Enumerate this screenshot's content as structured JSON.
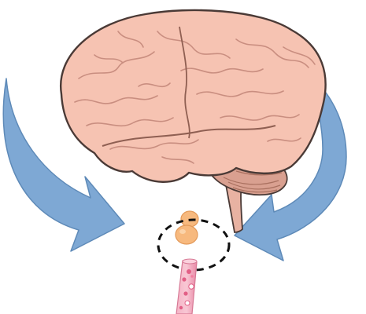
{
  "diagram": {
    "elements": [
      {
        "name": "brain-illustration",
        "kind": "cerebrum-with-cerebellum-and-brainstem"
      },
      {
        "name": "left-curved-arrow",
        "kind": "arrow",
        "direction": "downward-right"
      },
      {
        "name": "right-curved-arrow",
        "kind": "arrow",
        "direction": "downward-left"
      },
      {
        "name": "orange-glands",
        "kind": "paired-ovals"
      },
      {
        "name": "dashed-circle-highlight",
        "kind": "dashed-ellipse"
      },
      {
        "name": "blood-vessel-segment",
        "kind": "vessel-with-cells"
      }
    ],
    "colors": {
      "brain_fill": "#f6c3b2",
      "brain_outline": "#4a3a36",
      "gyri_lines": "#c98e80",
      "cerebellum": "#d9a090",
      "brainstem": "#e8b2a2",
      "arrow_fill": "#7ea8d4",
      "arrow_outline": "#5e8ab8",
      "gland_fill": "#f7b97e",
      "gland_outline": "#e39a5a",
      "dash_circle": "#111111",
      "vessel_fill": "#f4a0b8",
      "vessel_outline": "#d77995",
      "vessel_cells": "#e25f86"
    }
  }
}
